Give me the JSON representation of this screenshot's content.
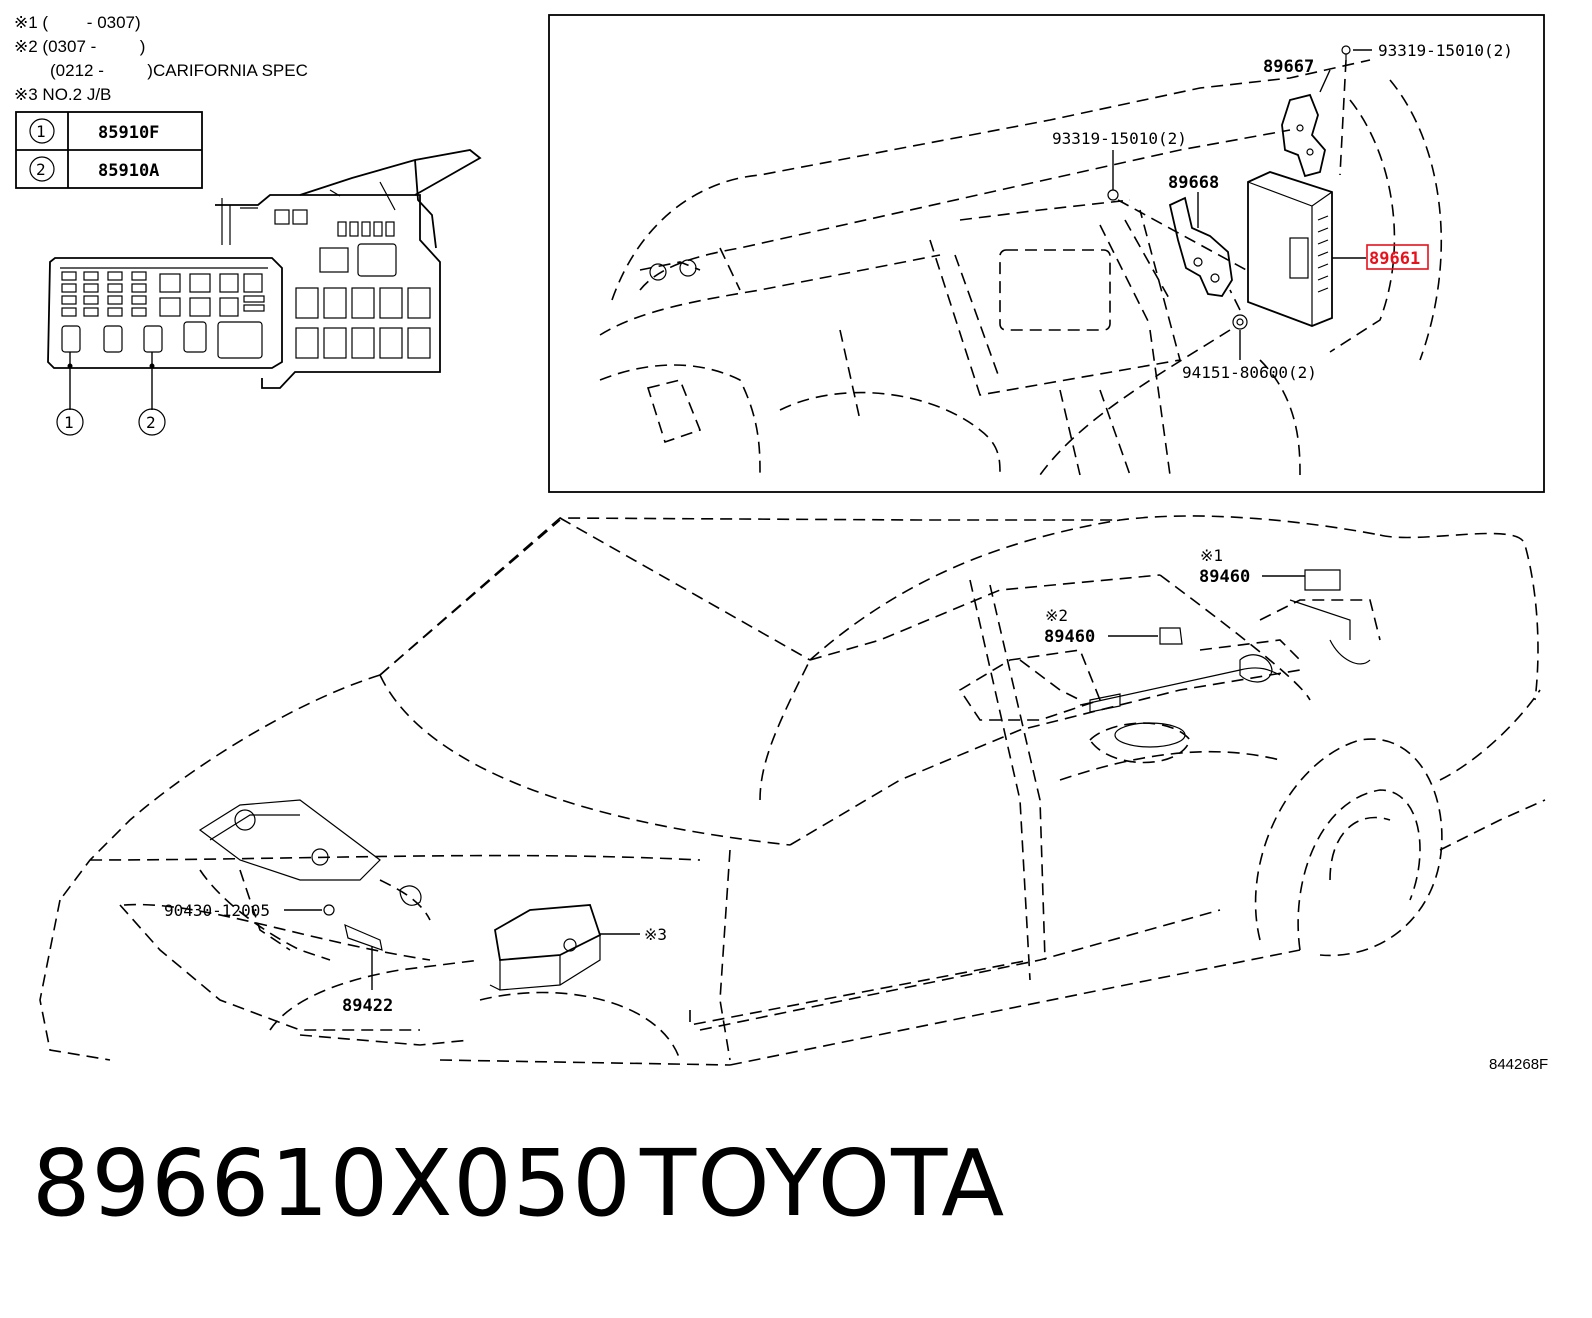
{
  "notes": {
    "n1": "※1 (　　 - 0307)",
    "n2": "※2 (0307 - 　　 )",
    "n2b": "(0212 - 　　 )CARIFORNIA SPEC",
    "n3": "※3 NO.2 J/B"
  },
  "legend": [
    {
      "num": "1",
      "part": "85910F"
    },
    {
      "num": "2",
      "part": "85910A"
    }
  ],
  "callouts": {
    "c1": "1",
    "c2": "2"
  },
  "inset": {
    "p89667": "89667",
    "p93319a": "93319-15010(2)",
    "p93319b": "93319-15010(2)",
    "p89668": "89668",
    "p89661": "89661",
    "p94151": "94151-80600(2)"
  },
  "car": {
    "x1": "※1",
    "p89460a": "89460",
    "x2": "※2",
    "p89460b": "89460",
    "p90430": "90430-12005",
    "x3": "※3",
    "p89422": "89422",
    "code": "844268F"
  },
  "footer": {
    "part_number": "896610X050",
    "brand": "TOYOTA"
  },
  "colors": {
    "highlight": "#e8101a"
  }
}
